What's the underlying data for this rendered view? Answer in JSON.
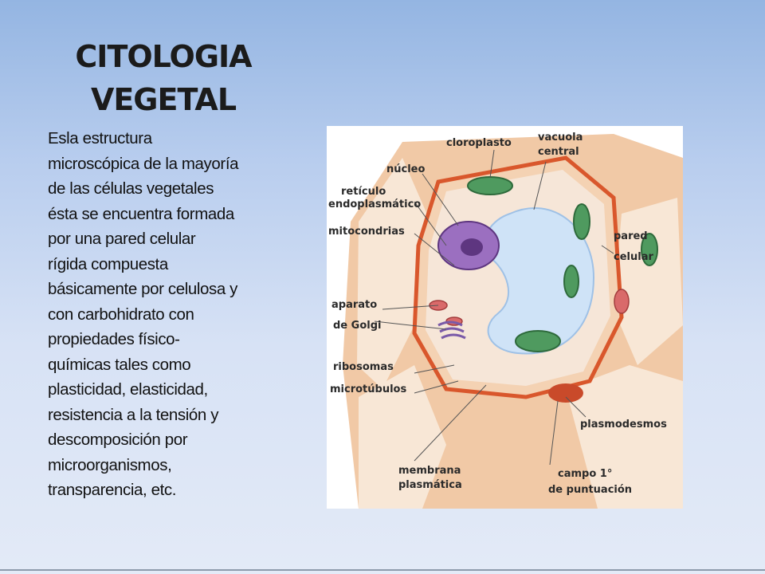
{
  "title": {
    "line1": "CITOLOGIA",
    "line2": "VEGETAL"
  },
  "body_lines": [
    "Esla estructura",
    "microscópica de la mayoría",
    "de las células vegetales",
    "ésta se encuentra formada",
    "por una pared celular",
    "rígida compuesta",
    "básicamente por celulosa y",
    "con carbohidrato con",
    "propiedades físico-",
    "químicas tales como",
    "plasticidad, elasticidad,",
    "resistencia a la tensión y",
    "descomposición por",
    "microorganismos,",
    "transparencia, etc."
  ],
  "diagram": {
    "labels": {
      "cloroplasto": "cloroplasto",
      "vacuola_1": "vacuola",
      "vacuola_2": "central",
      "nucleo": "núcleo",
      "reticulo_1": "retículo",
      "reticulo_2": "endoplasmático",
      "mitocondrias": "mitocondrias",
      "pared_1": "pared",
      "pared_2": "celular",
      "golgi_1": "aparato",
      "golgi_2": "de Golgi",
      "ribosomas": "ribosomas",
      "microtubulos": "microtúbulos",
      "plasmodesmos": "plasmodesmos",
      "membrana_1": "membrana",
      "membrana_2": "plasmática",
      "campo_1": "campo 1°",
      "campo_2": "de puntuación"
    },
    "colors": {
      "wall": "#d9572c",
      "wall_fill": "#f4d2b3",
      "cytoplasm": "#f6e6d8",
      "vacuole": "#cfe3f7",
      "chloroplast": "#4f9a5f",
      "nucleus": "#7c4d9c",
      "mitochondria": "#d96a6a"
    }
  }
}
